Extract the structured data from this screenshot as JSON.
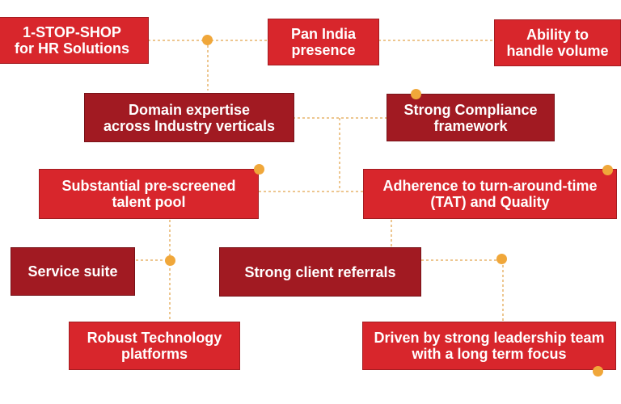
{
  "colors": {
    "bright_red": "#d8262c",
    "dark_red": "#a11a22",
    "dot_orange": "#f0a73a",
    "connector": "#e7b36a"
  },
  "boxes": {
    "one_stop_shop": "1-STOP-SHOP\nfor HR Solutions",
    "pan_india": "Pan India\npresence",
    "ability_volume": "Ability to\nhandle volume",
    "domain_expertise": "Domain expertise\nacross Industry verticals",
    "compliance": "Strong Compliance\nframework",
    "talent_pool": "Substantial pre-screened\ntalent pool",
    "tat_quality": "Adherence to turn-around-time\n(TAT) and Quality",
    "service_suite": "Service suite",
    "client_referrals": "Strong client referrals",
    "tech_platforms": "Robust Technology\nplatforms",
    "leadership": "Driven by strong leadership team\nwith a long term focus"
  }
}
